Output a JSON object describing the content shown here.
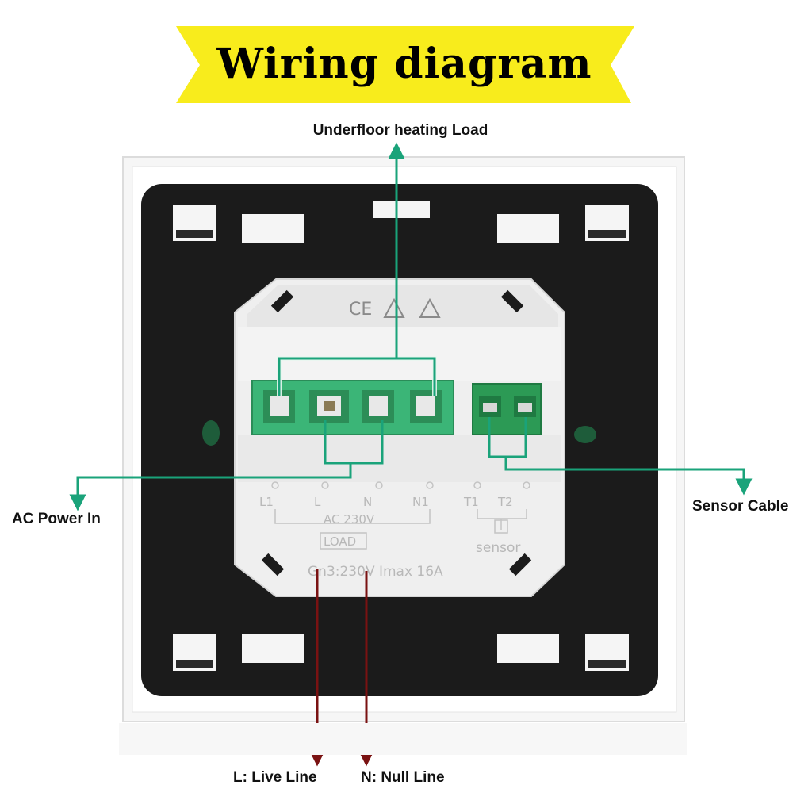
{
  "title": "Wiring diagram",
  "labels": {
    "load": "Underfloor heating Load",
    "ac_power": "AC Power In",
    "sensor_cable": "Sensor Cable",
    "live_line": "L:  Live Line",
    "null_line": "N:  Null Line"
  },
  "device_markings": {
    "certification": "CE",
    "terminals": [
      "L1",
      "L",
      "N",
      "N1",
      "T1",
      "T2"
    ],
    "voltage": "AC 230V",
    "load": "LOAD",
    "sensor": "sensor",
    "rating": "Gn3:230V  Imax 16A"
  },
  "colors": {
    "banner": "#f8ec1c",
    "connector_green": "#3bb577",
    "sensor_green": "#2c9a55",
    "guide_line_teal": "#1aa37a",
    "guide_line_red": "#7a1212",
    "bezel": "#1b1b1b"
  }
}
